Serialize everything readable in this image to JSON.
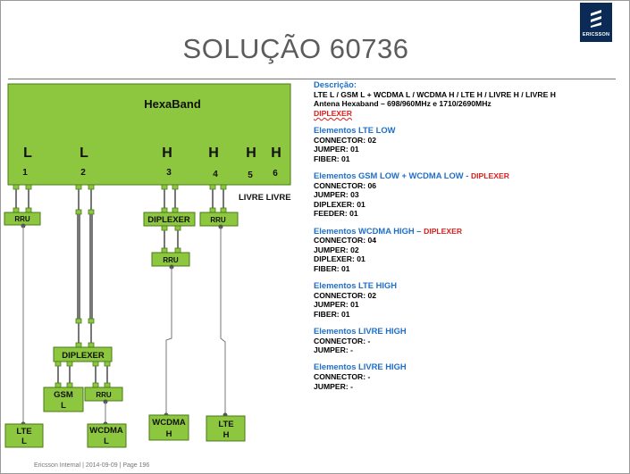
{
  "title": "SOLUÇÃO 60736",
  "logo_text": "ERICSSON",
  "hexaband": {
    "label": "HexaBand",
    "bands": [
      {
        "letter": "L",
        "number": "1"
      },
      {
        "letter": "L",
        "number": "2"
      },
      {
        "letter": "H",
        "number": "3"
      },
      {
        "letter": "H",
        "number": "4"
      },
      {
        "letter": "H",
        "number": "5"
      },
      {
        "letter": "H",
        "number": "6"
      }
    ]
  },
  "livre_label": "LIVRE LIVRE",
  "boxes": {
    "rru1": "RRU",
    "diplexer_top": "DIPLEXER",
    "rru3": "RRU",
    "rru4": "RRU",
    "diplexer_bottom": "DIPLEXER",
    "gsm_top": "GSM",
    "gsm_bottom": "L",
    "rru_wcdma": "RRU",
    "lte_l_top": "LTE",
    "lte_l_bottom": "L",
    "wcdma_l_top": "WCDMA",
    "wcdma_l_bottom": "L",
    "wcdma_h_top": "WCDMA",
    "wcdma_h_bottom": "H",
    "lte_h_top": "LTE",
    "lte_h_bottom": "H"
  },
  "description": {
    "heading": "Descrição:",
    "line1": "LTE L / GSM L + WCDMA L / WCDMA H / LTE H / LIVRE H / LIVRE H",
    "line2": "Antena Hexaband – 698/960MHz  e  1710/2690MHz",
    "line3": "DIPLEXER"
  },
  "sections": [
    {
      "title": "Elementos LTE LOW",
      "suffix": "",
      "items": [
        "CONNECTOR: 02",
        "JUMPER: 01",
        "FIBER: 01"
      ]
    },
    {
      "title": "Elementos GSM LOW + WCDMA LOW - ",
      "suffix": "DIPLEXER",
      "items": [
        "CONNECTOR: 06",
        "JUMPER: 03",
        "DIPLEXER: 01",
        "FEEDER: 01"
      ]
    },
    {
      "title": "Elementos WCDMA HIGH – ",
      "suffix": "DIPLEXER",
      "items": [
        "CONNECTOR: 04",
        "JUMPER: 02",
        "DIPLEXER: 01",
        "FIBER: 01"
      ]
    },
    {
      "title": "Elementos LTE HIGH",
      "suffix": "",
      "items": [
        "CONNECTOR: 02",
        "JUMPER: 01",
        "FIBER: 01"
      ]
    },
    {
      "title": "Elementos LIVRE HIGH",
      "suffix": "",
      "items": [
        "CONNECTOR: -",
        "JUMPER: -"
      ]
    },
    {
      "title": "Elementos LIVRE HIGH",
      "suffix": "",
      "items": [
        "CONNECTOR: -",
        "JUMPER: -"
      ]
    }
  ],
  "footer": "Ericsson Internal  |  2014-09-09  |  Page 196",
  "colors": {
    "box_green": "#8dc63f",
    "heading_blue": "#1f6fc8",
    "accent_red": "#d81e1e",
    "logo_navy": "#0b2a55"
  }
}
